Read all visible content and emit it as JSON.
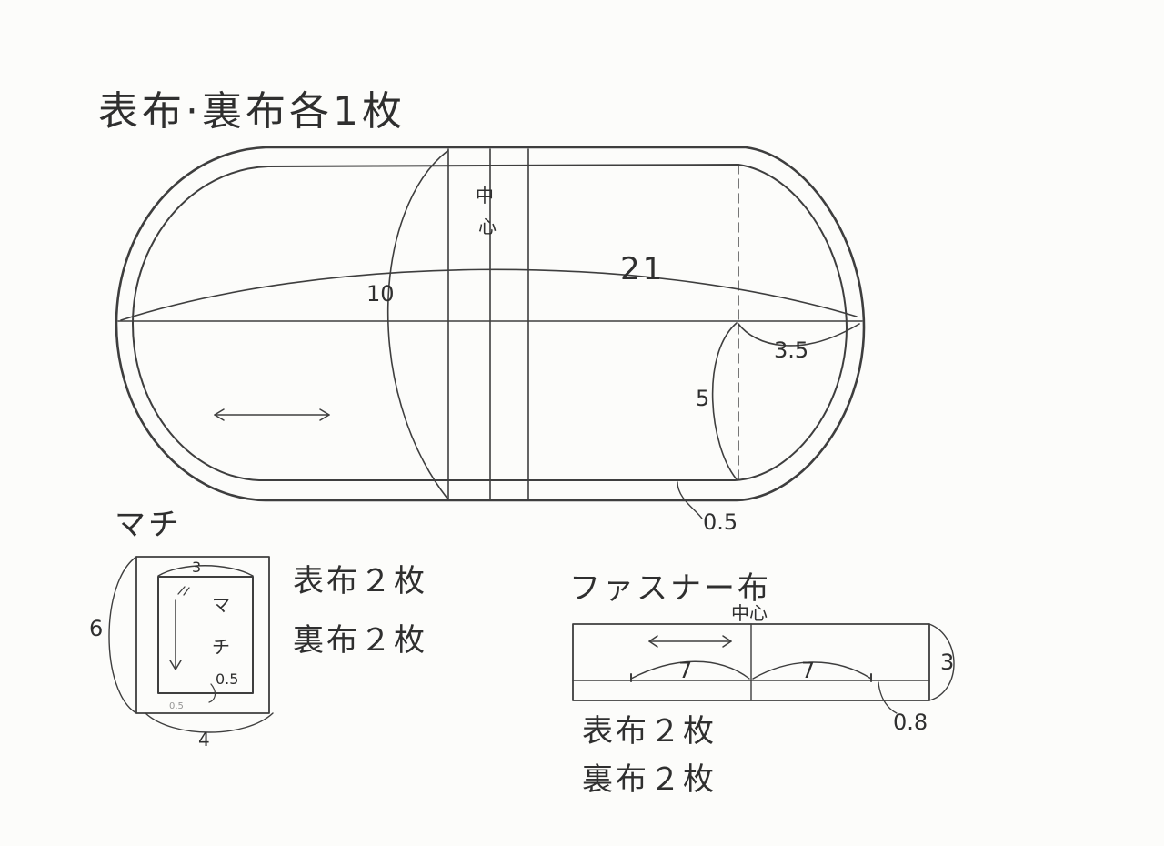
{
  "colors": {
    "paper": "#fcfcfa",
    "pencil": "#3e3e3e"
  },
  "main_pattern": {
    "title": "表布·裏布各1枚",
    "center_label": "中心",
    "length_label": "21",
    "height_label": "10",
    "corner_width_label": "3.5",
    "corner_height_label": "5",
    "seam_allowance_label": "0.5"
  },
  "gusset": {
    "title": "マチ",
    "piece_label": "マチ",
    "width_label": "3",
    "height_label": "6",
    "outer_width_label": "4",
    "seam_allowance_label": "0.5",
    "inner_small_label": "0.5",
    "qty_outer": "表布２枚",
    "qty_lining": "裏布２枚"
  },
  "zipper_cloth": {
    "title": "ファスナー布",
    "center_label": "中心",
    "left_length_label": "7",
    "right_length_label": "7",
    "height_label": "3",
    "seam_allowance_label": "0.8",
    "qty_outer": "表布２枚",
    "qty_lining": "裏布２枚"
  }
}
